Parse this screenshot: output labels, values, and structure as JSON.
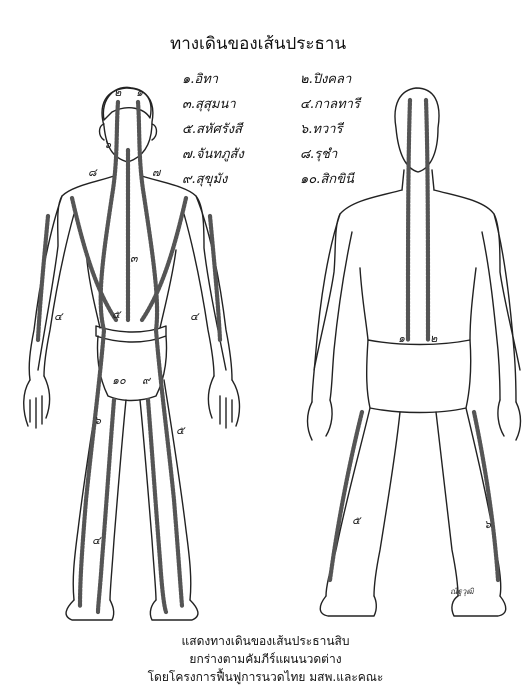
{
  "title": "ทางเดินของเส้นประธาน",
  "legend": [
    "๑.อิทา",
    "๒.ปิงคลา",
    "๓.สุสุมนา",
    "๔.กาลทารี",
    "๕.สหัศรังสี",
    "๖.ทวารี",
    "๗.จันทภูสัง",
    "๘.รุชำ",
    "๙.สุขุมัง",
    "๑๐.สิกขินี"
  ],
  "numerals": {
    "n1": "๑",
    "n2": "๒",
    "n3": "๓",
    "n4": "๔",
    "n5": "๕",
    "n6": "๖",
    "n7": "๗",
    "n8": "๘",
    "n9": "๙",
    "n10": "๑๐"
  },
  "signature": "ณัฐวุฒิ",
  "caption": [
    "แสดงทางเดินของเส้นประธานสิบ",
    "ยกร่างตามคัมภีร์แผนนวดต่าง",
    "โดยโครงการฟื้นฟูการนวดไทย มสพ.และคณะ"
  ]
}
